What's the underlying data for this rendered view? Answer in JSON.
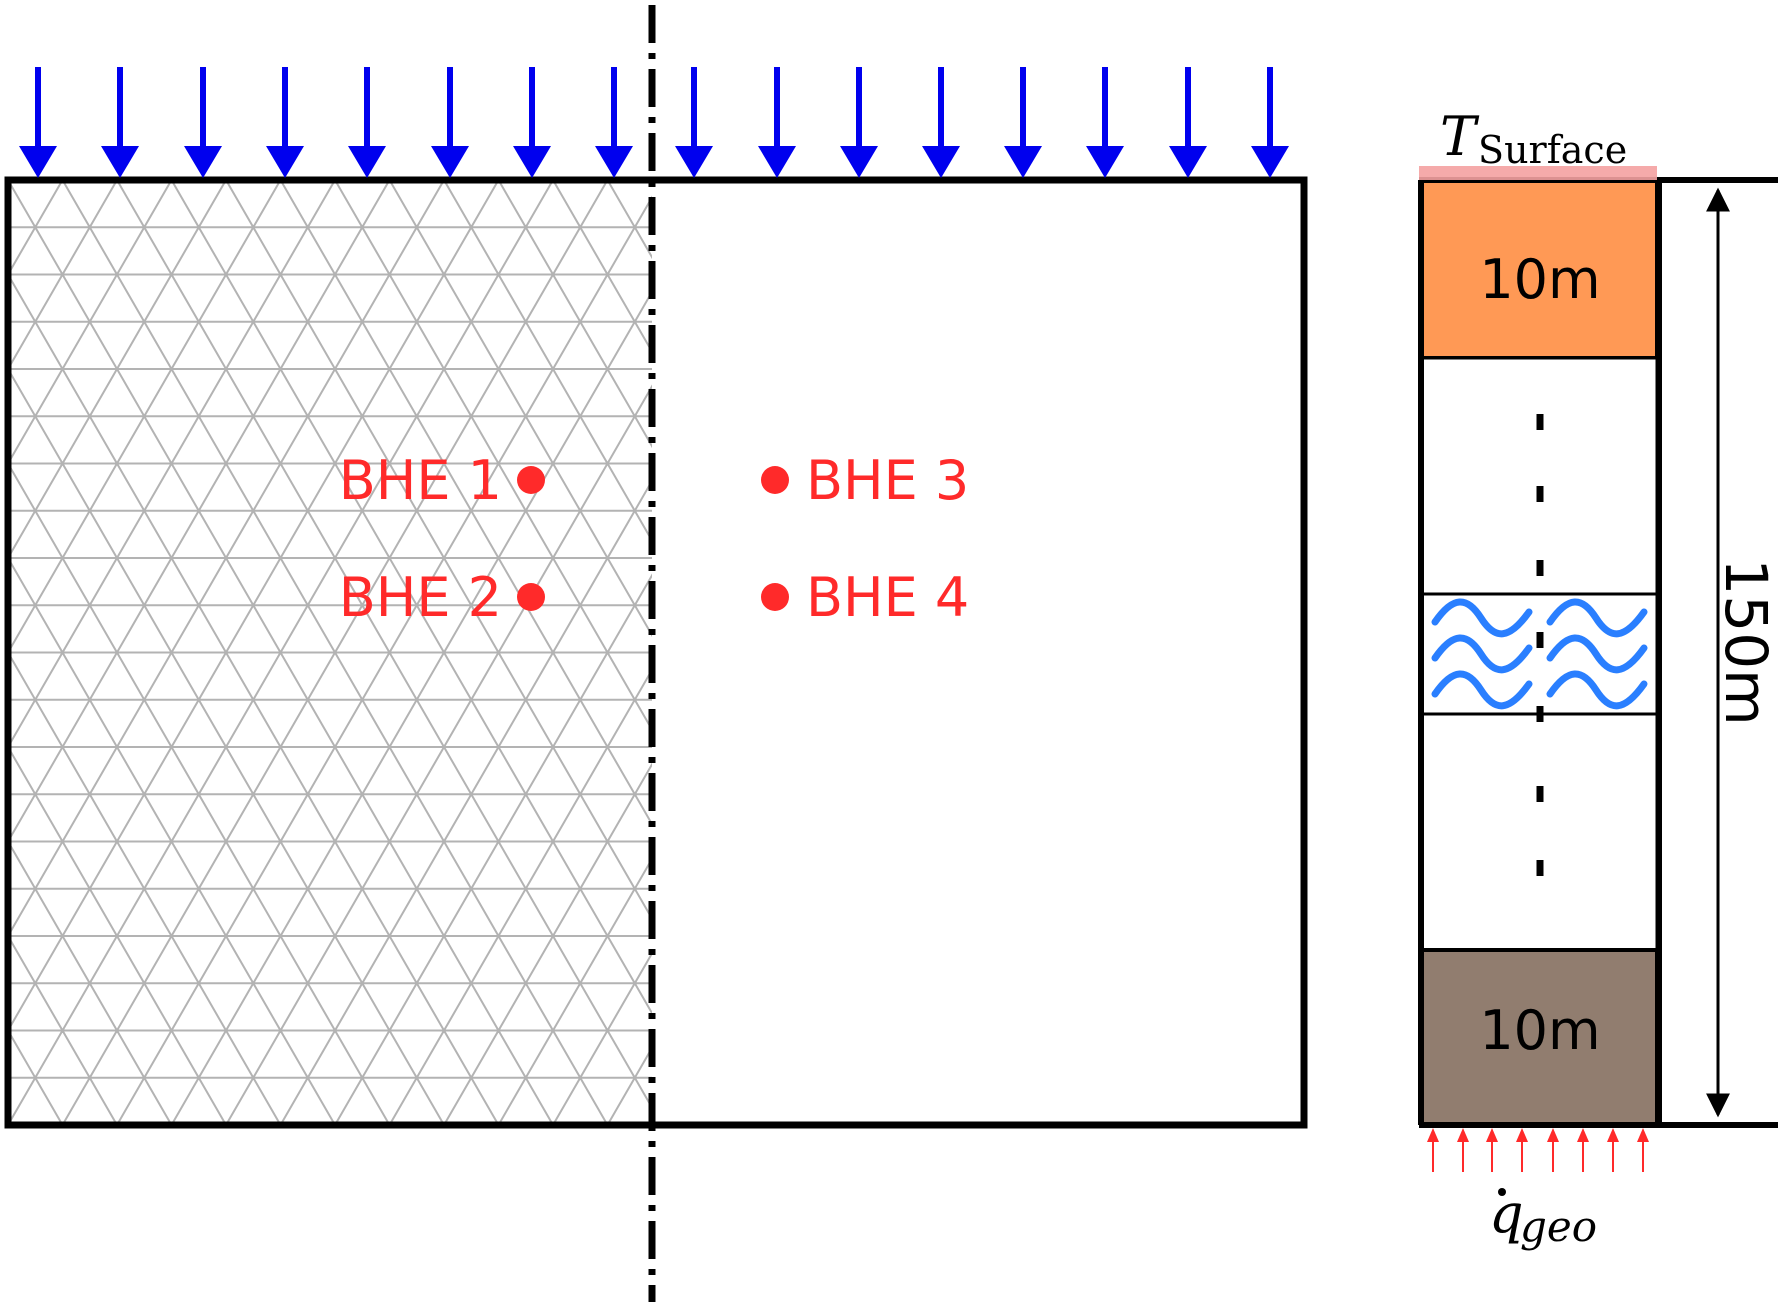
{
  "boreholes": [
    {
      "label": "BHE 1",
      "side": "left"
    },
    {
      "label": "BHE 2",
      "side": "left"
    },
    {
      "label": "BHE 3",
      "side": "right"
    },
    {
      "label": "BHE 4",
      "side": "right"
    }
  ],
  "column": {
    "surface_symbol": "T",
    "surface_subscript": "Surface",
    "top_layer_label": "10m",
    "bottom_layer_label": "10m",
    "depth_label": "150m",
    "flux_symbol": "q",
    "flux_subscript": "geo"
  },
  "colors": {
    "load_arrows": "#0000ee",
    "boreholes": "#ff2a2a",
    "top_layer": "#ff9955",
    "bottom_layer": "#917d6f",
    "surface_bar": "#f4a1a1",
    "groundwater": "#2a7fff",
    "mesh": "#b3b3b3",
    "heat_flux_arrows": "#ff2a2a"
  },
  "icons": {
    "groundwater": "wave-icon",
    "heat_flux": "arrow-up-icon",
    "load": "arrow-down-icon"
  }
}
